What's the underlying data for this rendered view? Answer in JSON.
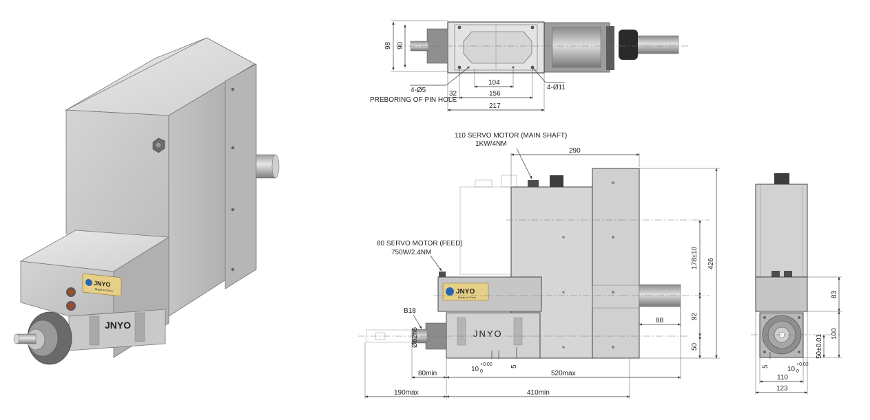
{
  "brand": {
    "logo_text": "JNYO",
    "made_in": "Made in China",
    "body_text": "JNYO"
  },
  "colors": {
    "metal_light": "#dcdcdc",
    "metal_mid": "#bdbdbd",
    "metal_dark": "#8a8a8a",
    "plate_gold": "#e6cf86",
    "logo_blue": "#2a64b0",
    "line": "#333333"
  },
  "labels": {
    "hole_small": "4-Ø5",
    "preboring": "PREBORING OF PIN HOLE",
    "hole_large": "4-Ø11",
    "main_motor_1": "110 SERVO MOTOR (MAIN SHAFT)",
    "main_motor_2": "1KW/4NM",
    "feed_motor_1": "80 SERVO MOTOR (FEED)",
    "feed_motor_2": "750W/2.4NM",
    "b18": "B18",
    "shaft_dia": "Ø62h5"
  },
  "dims": {
    "top_98": "98",
    "top_90": "90",
    "top_32": "32",
    "top_104": "104",
    "top_156": "156",
    "top_217": "217",
    "front_290": "290",
    "front_426": "426",
    "front_178": "178±10",
    "front_92": "92",
    "front_50": "50",
    "front_88": "88",
    "front_10": "10",
    "front_10_tol_up": "+0.02",
    "front_10_tol_dn": "0",
    "front_5": "5",
    "front_80min": "80min",
    "front_520max": "520max",
    "front_190max": "190max",
    "front_410min": "410min",
    "side_83": "83",
    "side_100": "100",
    "side_50": "50±0.01",
    "side_5": "5",
    "side_10": "10",
    "side_10_tol_up": "+0.02",
    "side_10_tol_dn": "0",
    "side_110": "110",
    "side_123": "123"
  }
}
